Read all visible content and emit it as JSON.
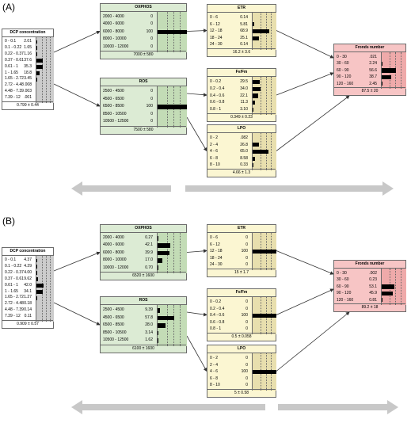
{
  "panels": [
    {
      "label": "(A)",
      "dcp": {
        "title": "DCP concentration",
        "rows": [
          [
            "0 - 0.1",
            "2.01"
          ],
          [
            "0.1 - 0.22",
            "1.65"
          ],
          [
            "0.22 - 0.37",
            "1.16"
          ],
          [
            "0.37 - 0.61",
            "37.6"
          ],
          [
            "0.61 - 1",
            "35.3"
          ],
          [
            "1 - 1.65",
            "18.8"
          ],
          [
            "1.65 - 2.72",
            "3.45"
          ],
          [
            "2.72 - 4.48",
            ".008"
          ],
          [
            "4.48 - 7.39",
            ".003"
          ],
          [
            "7.39 - 12",
            ".001"
          ]
        ],
        "bars": [
          2.01,
          1.65,
          1.16,
          37.6,
          35.3,
          18.8,
          3.45,
          0.008,
          0.003,
          0.001
        ],
        "footer": "0.799 ± 0.44"
      },
      "oxphos": {
        "title": "OXPHOS",
        "rows": [
          [
            "2000 - 4000",
            "0"
          ],
          [
            "4000 - 6000",
            "0"
          ],
          [
            "6000 - 8000",
            "100"
          ],
          [
            "8000 - 10000",
            "0"
          ],
          [
            "10000 - 12000",
            "0"
          ]
        ],
        "bars": [
          0,
          0,
          100,
          0,
          0
        ],
        "footer": "7000 ± 580"
      },
      "ros": {
        "title": "ROS",
        "rows": [
          [
            "2500 - 4500",
            "0"
          ],
          [
            "4500 - 6500",
            "0"
          ],
          [
            "6500 - 8500",
            "100"
          ],
          [
            "8500 - 10500",
            "0"
          ],
          [
            "10500 - 12500",
            "0"
          ]
        ],
        "bars": [
          0,
          0,
          100,
          0,
          0
        ],
        "footer": "7500 ± 580"
      },
      "etr": {
        "title": "ETR",
        "rows": [
          [
            "0 - 6",
            "0.14"
          ],
          [
            "6 - 12",
            "5.81"
          ],
          [
            "12 - 18",
            "68.9"
          ],
          [
            "18 - 24",
            "25.1"
          ],
          [
            "24 - 30",
            "0.14"
          ]
        ],
        "bars": [
          0.14,
          5.81,
          68.9,
          25.1,
          0.14
        ],
        "footer": "16.2 ± 3.6"
      },
      "fvfm": {
        "title": "Fv/Fm",
        "rows": [
          [
            "0 - 0.2",
            "29.5"
          ],
          [
            "0.2 - 0.4",
            "34.0"
          ],
          [
            "0.4 - 0.6",
            "22.1"
          ],
          [
            "0.6 - 0.8",
            "11.3"
          ],
          [
            "0.8 - 1",
            "3.10"
          ]
        ],
        "bars": [
          29.5,
          34.0,
          22.1,
          11.3,
          3.1
        ],
        "footer": "0.349 ± 0.23"
      },
      "lpo": {
        "title": "LPO",
        "rows": [
          [
            "0 - 2",
            ".082"
          ],
          [
            "2 - 4",
            "26.8"
          ],
          [
            "4 - 6",
            "65.0"
          ],
          [
            "6 - 8",
            "8.58"
          ],
          [
            "8 - 10",
            "0.33"
          ]
        ],
        "bars": [
          0.082,
          26.8,
          65.0,
          8.58,
          0.33
        ],
        "footer": "4.66 ± 1.3"
      },
      "fronds": {
        "title": "Fronds number",
        "rows": [
          [
            "0 - 30",
            ".021"
          ],
          [
            "30 - 60",
            "2.24"
          ],
          [
            "60 - 90",
            "56.6"
          ],
          [
            "90 - 120",
            "38.7"
          ],
          [
            "120 - 160",
            "2.45"
          ]
        ],
        "bars": [
          0.021,
          2.24,
          56.6,
          38.7,
          2.45
        ],
        "footer": "87.5 ± 20"
      },
      "arrow_direction": "both"
    },
    {
      "label": "(B)",
      "dcp": {
        "title": "DCP concentration",
        "rows": [
          [
            "0 - 0.1",
            "4.37"
          ],
          [
            "0.1 - 0.22",
            "4.29"
          ],
          [
            "0.22 - 0.37",
            "4.00"
          ],
          [
            "0.37 - 0.61",
            "9.62"
          ],
          [
            "0.61 - 1",
            "42.0"
          ],
          [
            "1 - 1.65",
            "34.1"
          ],
          [
            "1.65 - 2.72",
            "1.27"
          ],
          [
            "2.72 - 4.48",
            "0.18"
          ],
          [
            "4.48 - 7.39",
            "0.14"
          ],
          [
            "7.39 - 12",
            "0.11"
          ]
        ],
        "bars": [
          4.37,
          4.29,
          4.0,
          9.62,
          42.0,
          34.1,
          1.27,
          0.18,
          0.14,
          0.11
        ],
        "footer": "0.909 ± 0.57"
      },
      "oxphos": {
        "title": "OXPHOS",
        "rows": [
          [
            "2000 - 4000",
            "0.27"
          ],
          [
            "4000 - 6000",
            "42.1"
          ],
          [
            "6000 - 8000",
            "39.9"
          ],
          [
            "8000 - 10000",
            "17.0"
          ],
          [
            "10000 - 12000",
            "0.70"
          ]
        ],
        "bars": [
          0.27,
          42.1,
          39.9,
          17.0,
          0.7
        ],
        "footer": "6520 ± 1600"
      },
      "ros": {
        "title": "ROS",
        "rows": [
          [
            "2500 - 4500",
            "9.39"
          ],
          [
            "4500 - 6500",
            "57.8"
          ],
          [
            "6500 - 8500",
            "28.0"
          ],
          [
            "8500 - 10500",
            "3.14"
          ],
          [
            "10500 - 12500",
            "1.62"
          ]
        ],
        "bars": [
          9.39,
          57.8,
          28.0,
          3.14,
          1.62
        ],
        "footer": "6100 ± 1600"
      },
      "etr": {
        "title": "ETR",
        "rows": [
          [
            "0 - 6",
            "0"
          ],
          [
            "6 - 12",
            "0"
          ],
          [
            "12 - 18",
            "100"
          ],
          [
            "18 - 24",
            "0"
          ],
          [
            "24 - 30",
            "0"
          ]
        ],
        "bars": [
          0,
          0,
          100,
          0,
          0
        ],
        "footer": "15 ± 1.7"
      },
      "fvfm": {
        "title": "Fv/Fm",
        "rows": [
          [
            "0 - 0.2",
            "0"
          ],
          [
            "0.2 - 0.4",
            "0"
          ],
          [
            "0.4 - 0.6",
            "100"
          ],
          [
            "0.6 - 0.8",
            "0"
          ],
          [
            "0.8 - 1",
            "0"
          ]
        ],
        "bars": [
          0,
          0,
          100,
          0,
          0
        ],
        "footer": "0.5 ± 0.058"
      },
      "lpo": {
        "title": "LPO",
        "rows": [
          [
            "0 - 2",
            "0"
          ],
          [
            "2 - 4",
            "0"
          ],
          [
            "4 - 6",
            "100"
          ],
          [
            "6 - 8",
            "0"
          ],
          [
            "8 - 10",
            "0"
          ]
        ],
        "bars": [
          0,
          0,
          100,
          0,
          0
        ],
        "footer": "5 ± 0.58"
      },
      "fronds": {
        "title": "Fronds number",
        "rows": [
          [
            "0 - 30",
            ".002"
          ],
          [
            "30 - 60",
            "0.23"
          ],
          [
            "60 - 90",
            "53.1"
          ],
          [
            "90 - 120",
            "45.9"
          ],
          [
            "120 - 160",
            "0.81"
          ]
        ],
        "bars": [
          0.002,
          0.23,
          53.1,
          45.9,
          0.81
        ],
        "footer": "89.2 ± 18"
      },
      "arrow_direction": "both"
    }
  ],
  "colors": {
    "green": "#dcebd4",
    "yellow": "#fbf6d2",
    "pink": "#f7c5c5",
    "gray": "#cccccc",
    "arrow": "#c8c8c8",
    "link": "#333333"
  }
}
